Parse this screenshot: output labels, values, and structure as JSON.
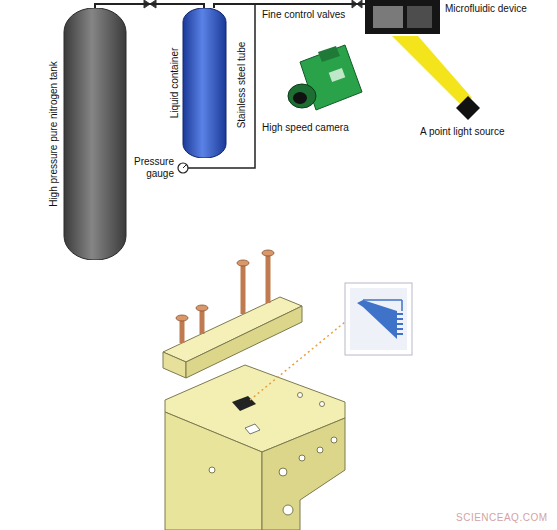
{
  "diagram": {
    "nodes": [
      {
        "text": [
          "High pressure pure nitrogen tank"
        ]
      },
      {
        "text": [
          "Liquid container"
        ]
      },
      {
        "text": [
          "Microfluidic device"
        ]
      }
    ],
    "edges": [
      {
        "from": 0,
        "to": 1,
        "arrow": "none"
      },
      {
        "from": 1,
        "to": 2,
        "arrow": "none"
      }
    ],
    "labels": [
      "Stainless steel tube",
      "Pressure gauge",
      "Fine control valves",
      "High speed camera",
      "A point light source",
      "SCIENCEAQ.COM"
    ]
  }
}
